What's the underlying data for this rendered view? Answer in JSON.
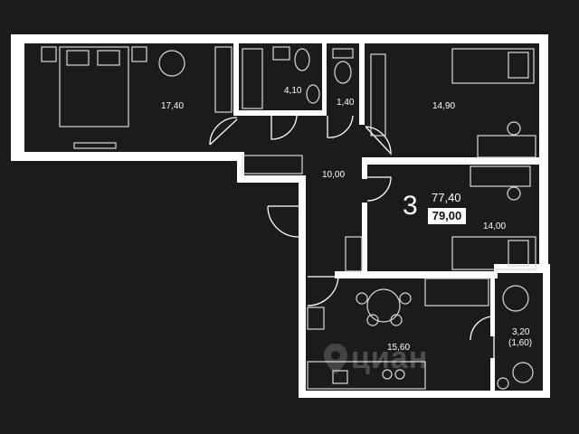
{
  "apartment": {
    "rooms_count": "3",
    "living_area": "77,40",
    "total_area": "79,00"
  },
  "rooms": {
    "bedroom_master": "17,40",
    "bathroom": "4,10",
    "toilet": "1,40",
    "bedroom_top_right": "14,90",
    "hallway": "10,00",
    "bedroom_mid_right": "14,00",
    "kitchen_living": "15,60",
    "balcony_area": "3,20",
    "balcony_reduced": "(1,60)"
  },
  "watermark": {
    "text": "циан"
  },
  "colors": {
    "background": "#1b1b1b",
    "walls": "#ffffff",
    "furniture": "#d9d9d9"
  }
}
